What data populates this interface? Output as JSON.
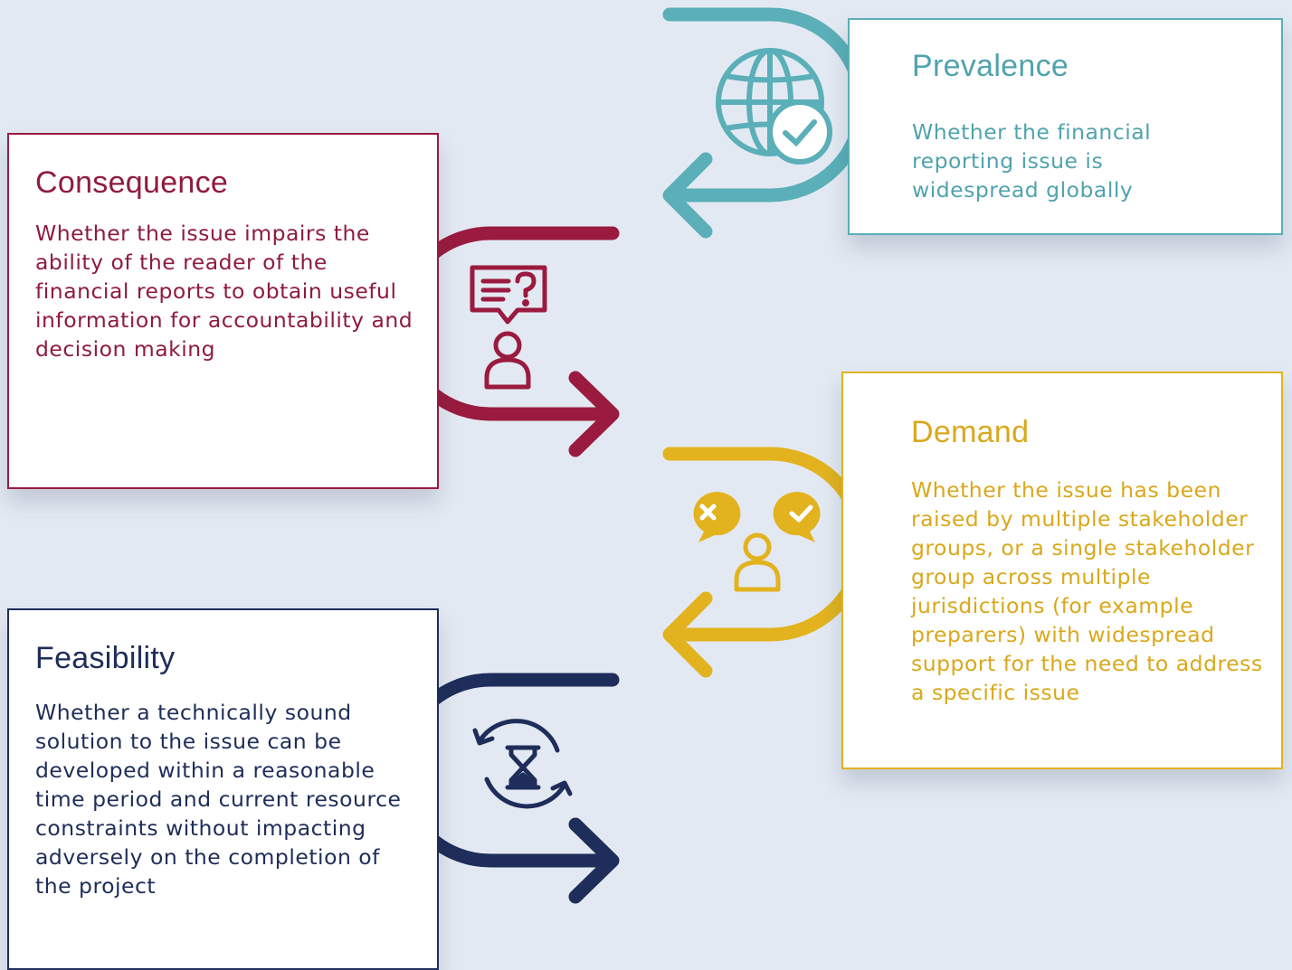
{
  "criteria": [
    {
      "title": "Prevalence",
      "description": "Whether the financial reporting issue is widespread globally",
      "icon": "globe-check-icon",
      "color": "#5aafb8"
    },
    {
      "title": "Consequence",
      "description": "Whether the issue impairs the ability of the reader of the financial reports to obtain useful information for accountability and decision making",
      "icon": "person-question-icon",
      "color": "#9a1b3f"
    },
    {
      "title": "Demand",
      "description": "Whether the issue has been raised by multiple stakeholder groups, or a single stakeholder group across multiple jurisdictions (for example preparers) with widespread support for the need to address a specific issue",
      "icon": "person-yes-no-icon",
      "color": "#e2b31f"
    },
    {
      "title": "Feasibility",
      "description": "Whether a technically sound solution to the issue can be developed within a reasonable time period and current resource constraints without impacting adversely on the completion of the project",
      "icon": "hourglass-cycle-icon",
      "color": "#1e2d59"
    }
  ]
}
